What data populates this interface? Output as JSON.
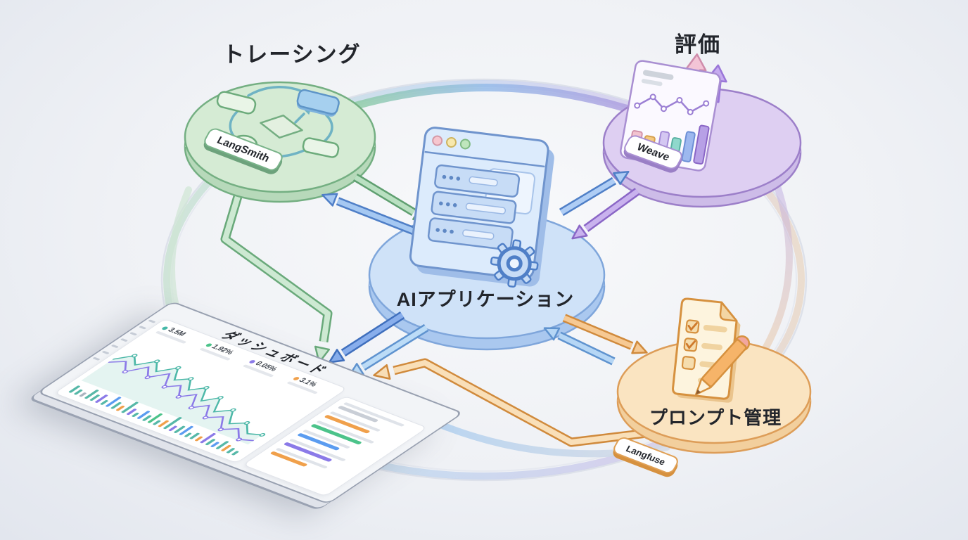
{
  "diagram": {
    "center": {
      "label": "AIアプリケーション",
      "color": "#7fa6db",
      "icon": "browser-server-gear"
    },
    "tracing": {
      "title": "トレーシング",
      "tool": "LangSmith",
      "color": "#79b389",
      "icon": "workflow-flowchart"
    },
    "evaluation": {
      "title": "評価",
      "tool": "Weave",
      "color": "#a087cc",
      "icon": "chart-card-up-arrows"
    },
    "prompt_management": {
      "title": "プロンプト管理",
      "tool": "Langfuse",
      "color": "#e0a055",
      "icon": "checklist-document-pencil"
    },
    "dashboard": {
      "title": "ダッシュボード",
      "icon": "analytics-tablet",
      "kpis": [
        {
          "value": "3.5M",
          "color": "#45b8a8"
        },
        {
          "value": "1.92%",
          "color": "#4cc38a"
        },
        {
          "value": "0.05%",
          "color": "#8b7ae8"
        },
        {
          "value": "3.1%",
          "color": "#f0a04b"
        }
      ]
    },
    "connections": [
      {
        "from": "トレーシング",
        "to": "AIアプリケーション",
        "direction": "bidirectional"
      },
      {
        "from": "評価",
        "to": "AIアプリケーション",
        "direction": "bidirectional"
      },
      {
        "from": "プロンプト管理",
        "to": "AIアプリケーション",
        "direction": "bidirectional"
      },
      {
        "from": "トレーシング",
        "to": "ダッシュボード",
        "direction": "one-way"
      },
      {
        "from": "AIアプリケーション",
        "to": "ダッシュボード",
        "direction": "one-way"
      },
      {
        "from": "プロンプト管理",
        "to": "ダッシュボード",
        "direction": "one-way"
      }
    ]
  }
}
